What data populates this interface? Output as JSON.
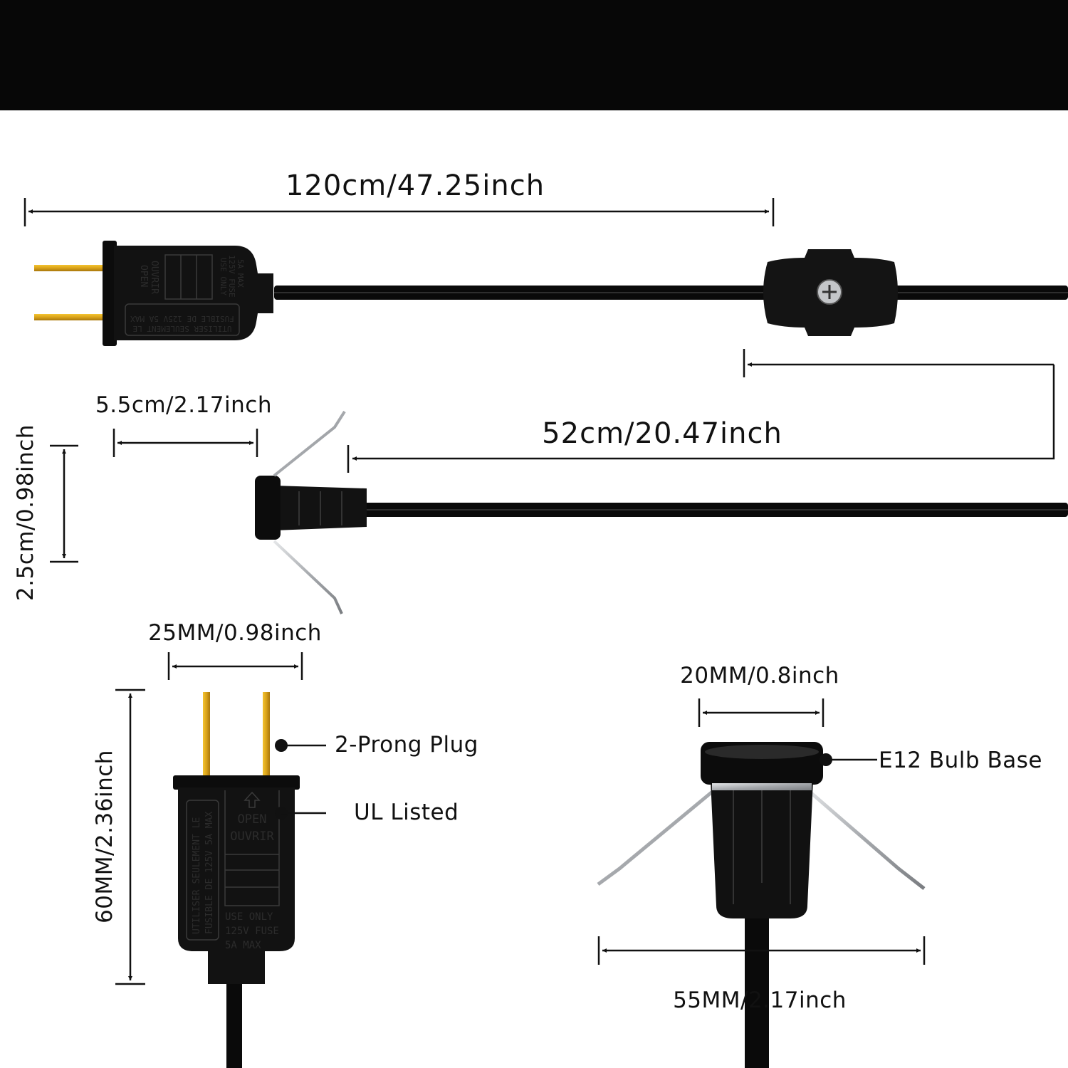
{
  "dimensions": {
    "cord_length": "120cm/47.25inch",
    "switch_to_socket": "52cm/20.47inch",
    "socket_length": "5.5cm/2.17inch",
    "socket_height": "2.5cm/0.98inch",
    "plug_width": "25MM/0.98inch",
    "plug_height": "60MM/2.36inch",
    "base_top_width": "20MM/0.8inch",
    "clip_span": "55MM/2.17inch"
  },
  "callouts": {
    "prong": "2-Prong Plug",
    "ul": "UL Listed",
    "bulb_base": "E12 Bulb Base"
  },
  "plug_face": {
    "open_en": "OPEN",
    "open_fr": "OUVRIR",
    "use_only": "USE ONLY",
    "fuse": "125V FUSE",
    "max": "5A MAX",
    "fr_line1": "UTILISER SEULEMENT LE",
    "fr_line2": "FUSIBLE DE 125V 5A MAX"
  },
  "colors": {
    "header_band": "#070707",
    "cord": "#0a0a0a",
    "prong": "#d9a21a",
    "clip": "#b5b8bc"
  },
  "icons": [
    "arrow-icon",
    "screw-icon",
    "callout-dot-icon"
  ]
}
